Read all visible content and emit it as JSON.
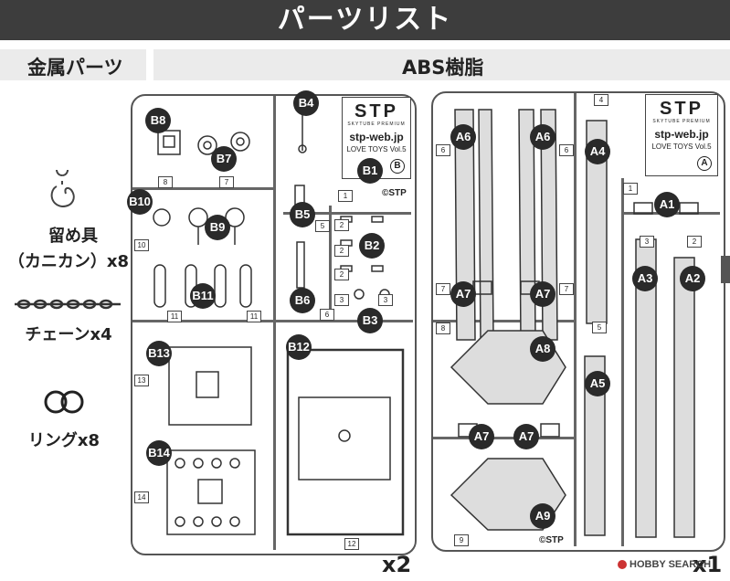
{
  "header": {
    "title": "パーツリスト"
  },
  "sections": {
    "metal": "金属パーツ",
    "abs": "ABS樹脂"
  },
  "metal_parts": {
    "clasp_line1": "留め具",
    "clasp_line2": "（カニカン）x8",
    "chain": "チェーンx4",
    "ring": "リングx8"
  },
  "sprue_b": {
    "multiplier": "x2",
    "stp_logo": "STP",
    "stp_sub": "SKYTUBE PREMIUM",
    "stp_web": "stp-web.jp",
    "stp_vol": "LOVE TOYS Vol.5",
    "stp_letter": "B",
    "copyright": "©STP",
    "labels": [
      "B1",
      "B2",
      "B3",
      "B4",
      "B5",
      "B6",
      "B7",
      "B8",
      "B9",
      "B10",
      "B11",
      "B12",
      "B13",
      "B14"
    ],
    "tags": [
      "1",
      "2",
      "2",
      "2",
      "3",
      "3",
      "5",
      "6",
      "7",
      "8",
      "10",
      "11",
      "11",
      "12",
      "13",
      "14"
    ]
  },
  "sprue_a": {
    "multiplier": "x1",
    "stp_logo": "STP",
    "stp_sub": "SKYTUBE PREMIUM",
    "stp_web": "stp-web.jp",
    "stp_vol": "LOVE TOYS Vol.5",
    "stp_letter": "A",
    "copyright": "©STP",
    "labels": [
      "A1",
      "A2",
      "A3",
      "A4",
      "A5",
      "A6",
      "A6",
      "A7",
      "A7",
      "A7",
      "A7",
      "A8",
      "A9"
    ],
    "tags": [
      "1",
      "2",
      "3",
      "4",
      "5",
      "6",
      "6",
      "7",
      "7",
      "8",
      "9"
    ]
  },
  "watermark": "HOBBY SEARCH"
}
